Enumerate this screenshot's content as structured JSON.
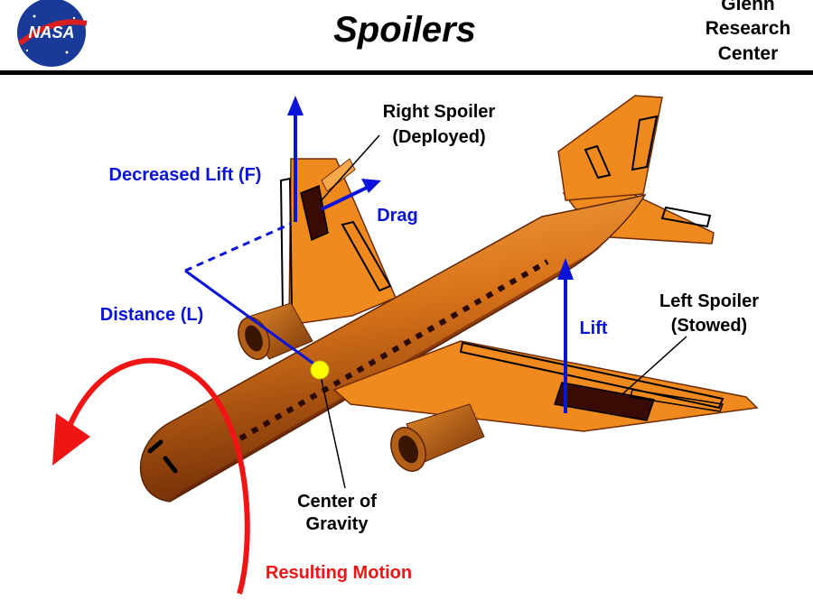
{
  "header": {
    "logo_text": "NASA",
    "title": "Spoilers",
    "center_line1": "Glenn",
    "center_line2": "Research",
    "center_line3": "Center"
  },
  "labels": {
    "right_spoiler_line1": "Right Spoiler",
    "right_spoiler_line2": "(Deployed)",
    "decreased_lift": "Decreased Lift  (F)",
    "drag": "Drag",
    "distance": "Distance (L)",
    "lift": "Lift",
    "left_spoiler_line1": "Left Spoiler",
    "left_spoiler_line2": "(Stowed)",
    "cg_line1": "Center  of",
    "cg_line2": "Gravity",
    "resulting_motion": "Resulting  Motion"
  },
  "colors": {
    "airplane": "#f08a1e",
    "airplane_dark": "#8a3d0a",
    "arrow_blue": "#0a14d8",
    "label_blue": "#0a14d8",
    "motion_red": "#f01414",
    "cg_yellow": "#ffff00",
    "spoiler_dark": "#3a0a05",
    "rule": "#000000"
  }
}
